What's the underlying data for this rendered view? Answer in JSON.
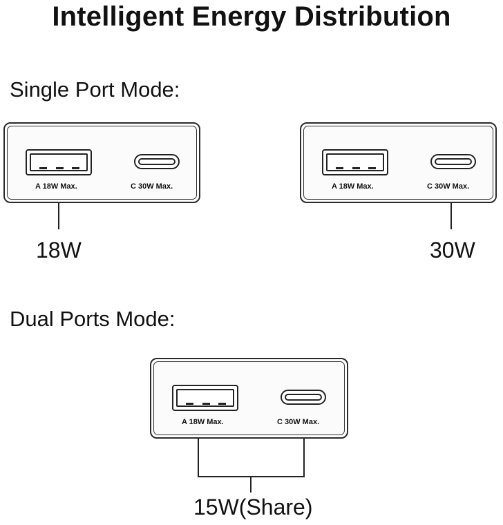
{
  "title": "Intelligent Energy Distribution",
  "sections": {
    "single": "Single Port Mode:",
    "dual": "Dual Ports Mode:"
  },
  "ports": {
    "usb_a_label": "A 18W Max.",
    "usb_c_label": "C 30W Max."
  },
  "outputs": {
    "single_a": "18W",
    "single_c": "30W",
    "dual_share": "15W(Share)"
  },
  "colors": {
    "line": "#222222",
    "background": "#ffffff"
  }
}
